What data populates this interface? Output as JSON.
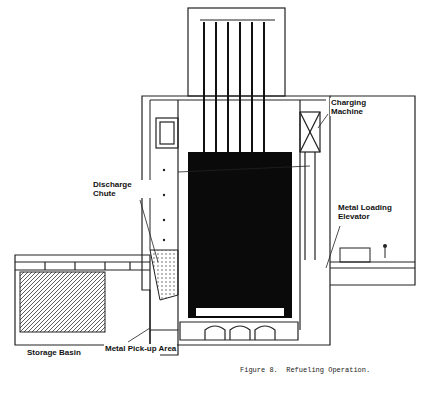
{
  "diagram": {
    "caption": "Figure 8.  Refueling Operation.",
    "labels": [
      "Charging Machine",
      "Metal Loading Elevator",
      "Discharge Chute",
      "Storage Basin",
      "Metal Pick-up Area"
    ]
  }
}
